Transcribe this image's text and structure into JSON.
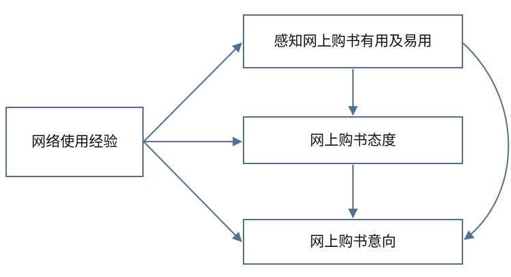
{
  "diagram": {
    "nodes": {
      "experience": "网络使用经验",
      "perceived": "感知网上购书有用及易用",
      "attitude": "网上购书态度",
      "intention": "网上购书意向"
    },
    "edges": [
      {
        "from": "experience",
        "to": "perceived"
      },
      {
        "from": "experience",
        "to": "attitude"
      },
      {
        "from": "experience",
        "to": "intention"
      },
      {
        "from": "perceived",
        "to": "attitude"
      },
      {
        "from": "attitude",
        "to": "intention"
      },
      {
        "from": "perceived",
        "to": "intention"
      }
    ],
    "colors": {
      "line": "#4f6f93",
      "box_border": "#4f6f93",
      "background": "#ffffff"
    }
  }
}
